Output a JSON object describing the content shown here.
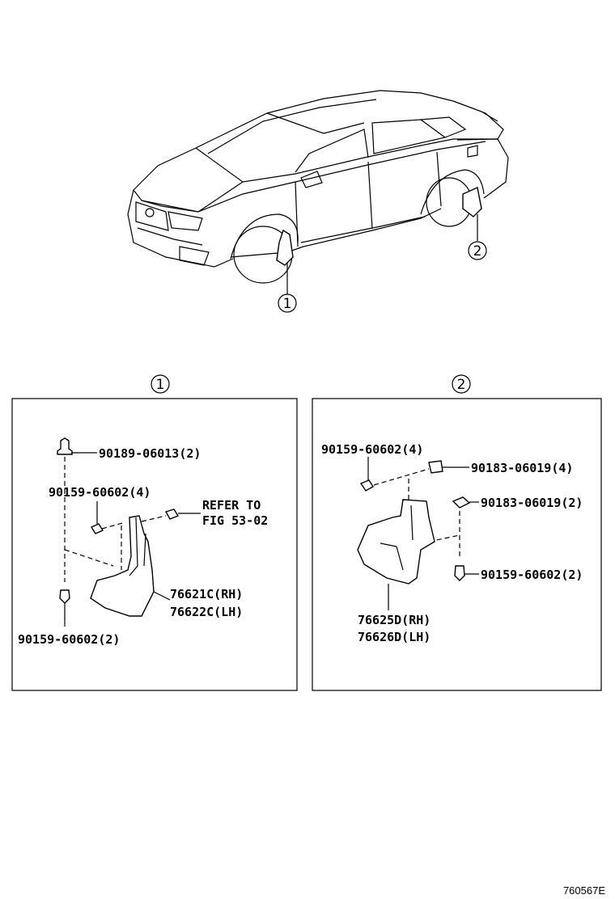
{
  "callouts": {
    "front": "1",
    "rear": "2"
  },
  "panel_front": {
    "title": "1",
    "labels": {
      "clip_top": "90189-06013(2)",
      "screw_mid": "90159-60602(4)",
      "refer": "REFER TO",
      "fig": "FIG 53-02",
      "mudguard_rh": "76621C(RH)",
      "mudguard_lh": "76622C(LH)",
      "screw_bottom": "90159-60602(2)"
    }
  },
  "panel_rear": {
    "title": "2",
    "labels": {
      "screw_top": "90159-60602(4)",
      "nut_top": "90183-06019(4)",
      "nut_mid": "90183-06019(2)",
      "screw_right": "90159-60602(2)",
      "mudguard_rh": "76625D(RH)",
      "mudguard_lh": "76626D(LH)"
    }
  },
  "document_code": "760567E"
}
